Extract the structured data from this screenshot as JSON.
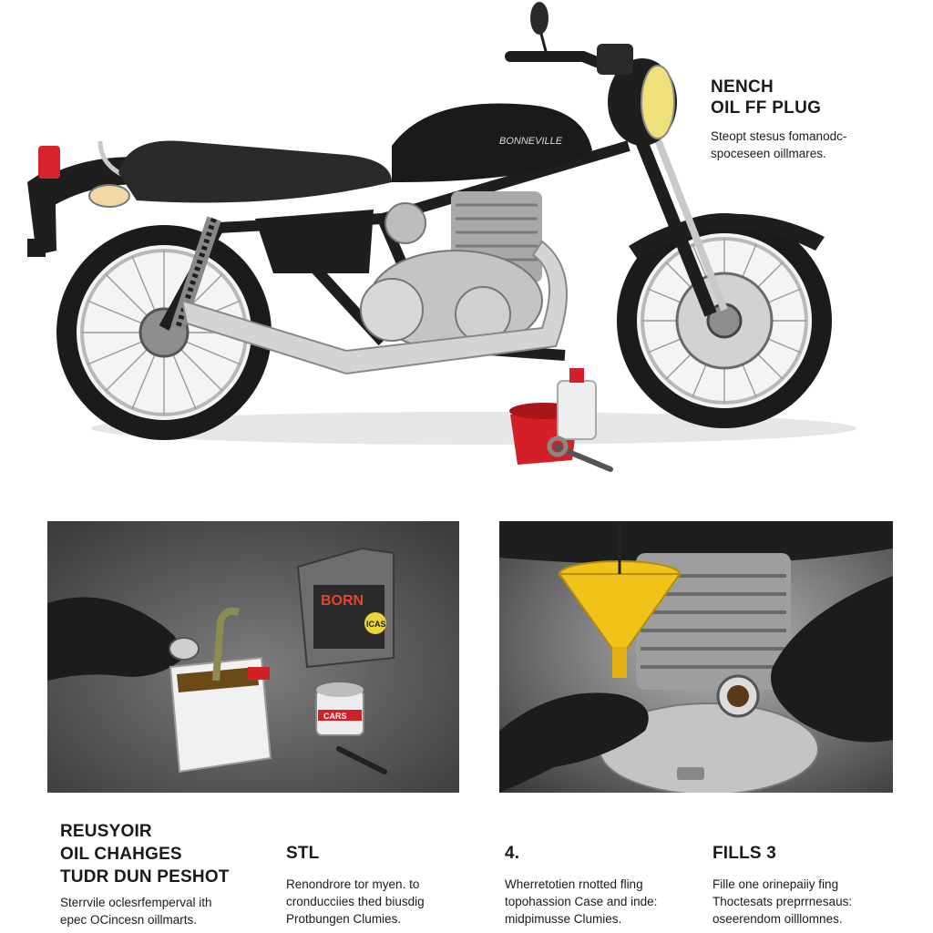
{
  "hero": {
    "tank_badge": "BONNEVILLE",
    "callout": {
      "heading": [
        "NENCH",
        "OIL FF PLUG"
      ],
      "body": [
        "Steopt stesus fomanodc-",
        "spoceseen oillmares."
      ]
    }
  },
  "panel_left": {
    "oil_can_label": "BORN",
    "oil_can_tag": "ICAS",
    "filter_label": "CARS"
  },
  "steps": [
    {
      "heading": [
        "REUSYOIR",
        "OIL CHAHGES",
        "TUDR DUN PESHOT"
      ],
      "body": [
        "Sterrvile oclesrfemperval ith",
        "epec OCincesn oillmarts."
      ]
    },
    {
      "heading": [
        "STL"
      ],
      "body": [
        "Renondrore tor myen. to",
        "cronducciies thed biusdig",
        "Protbungen Clumies."
      ]
    },
    {
      "heading": [
        "4."
      ],
      "body": [
        "Wherretotien rnotted fling",
        "topohassion Case and inde:",
        "midpimusse Clumies."
      ]
    },
    {
      "heading": [
        "FILLS 3"
      ],
      "body": [
        "Fille one orinepaiiy fing",
        "Thoctesats preprrnesaus:",
        "oseerendom oilllomnes."
      ]
    }
  ],
  "colors": {
    "frame": "#1e1e1e",
    "chrome": "#c9c9c9",
    "tail_light": "#d8232a",
    "drain_pan": "#d32027",
    "funnel": "#f0c21a",
    "headlight": "#f0e07a",
    "panel_bg": "#5a5a5a"
  }
}
